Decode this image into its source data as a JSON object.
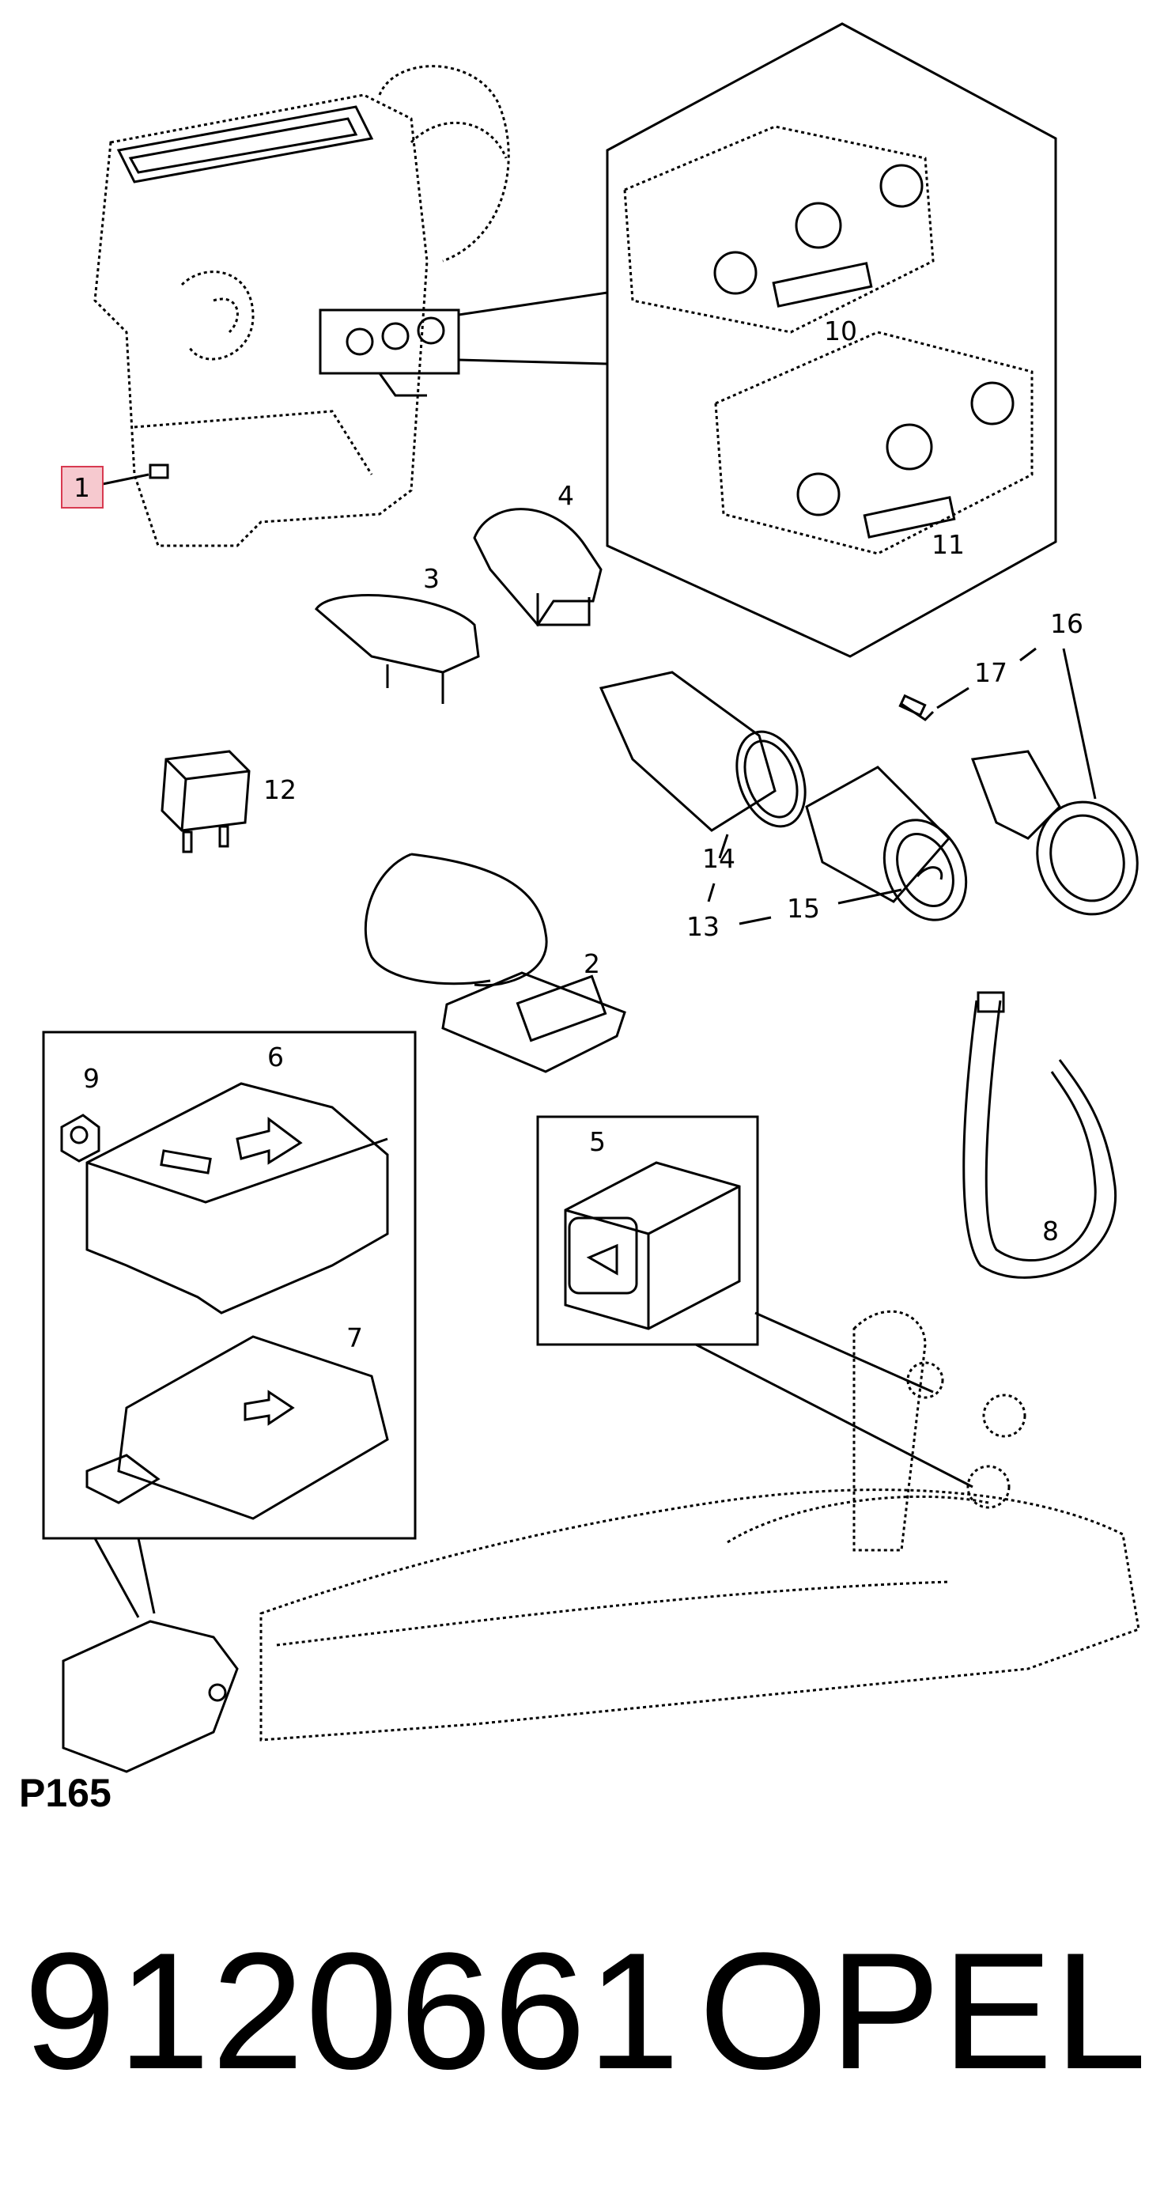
{
  "diagram": {
    "callouts": {
      "c1": "1",
      "c2": "2",
      "c3": "3",
      "c4": "4",
      "c5": "5",
      "c6": "6",
      "c7": "7",
      "c8": "8",
      "c9": "9",
      "c10": "10",
      "c11": "11",
      "c12": "12",
      "c13": "13",
      "c14": "14",
      "c15": "15",
      "c16": "16",
      "c17": "17"
    },
    "code": "P165",
    "highlight_color": "#f6c9cf"
  },
  "footer": {
    "part_number": "9120661",
    "brand": "OPEL"
  }
}
